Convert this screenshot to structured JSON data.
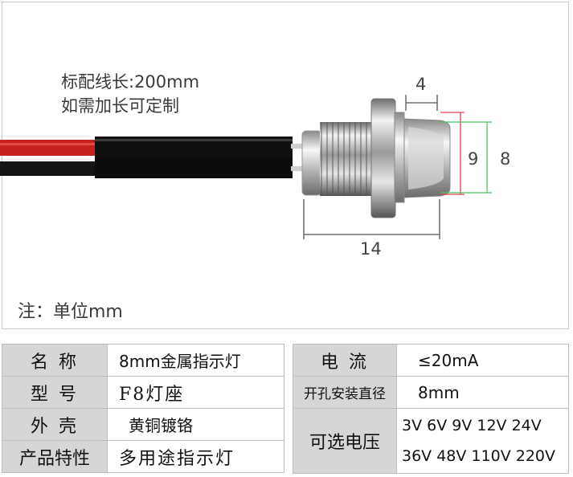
{
  "notes": {
    "line1": "标配线长:200mm",
    "line2": "如需加长可定制",
    "unit_note": "注：单位mm"
  },
  "dimensions": {
    "d1": "4",
    "d2": "9",
    "d3": "8",
    "d4": "14"
  },
  "colors": {
    "red_wire": "#c8201c",
    "black_wire": "#141414",
    "dim_red": "#e0405a",
    "dim_green": "#4fc45a",
    "header_bg": "#d6d6d6"
  },
  "spec_left": [
    {
      "label": "名 称",
      "value": "8mm金属指示灯"
    },
    {
      "label": "型 号",
      "value": "F8灯座"
    },
    {
      "label": "外 壳",
      "value": "黄铜镀铬"
    },
    {
      "label": "产品特性",
      "value": "多用途指示灯"
    }
  ],
  "spec_right": {
    "current": {
      "label": "电 流",
      "value": "≤20mA"
    },
    "hole": {
      "label": "开孔安装直径",
      "value": "8mm"
    },
    "voltage": {
      "label": "可选电压",
      "line1": "3V 6V 9V 12V 24V",
      "line2": "36V 48V 110V 220V"
    }
  }
}
